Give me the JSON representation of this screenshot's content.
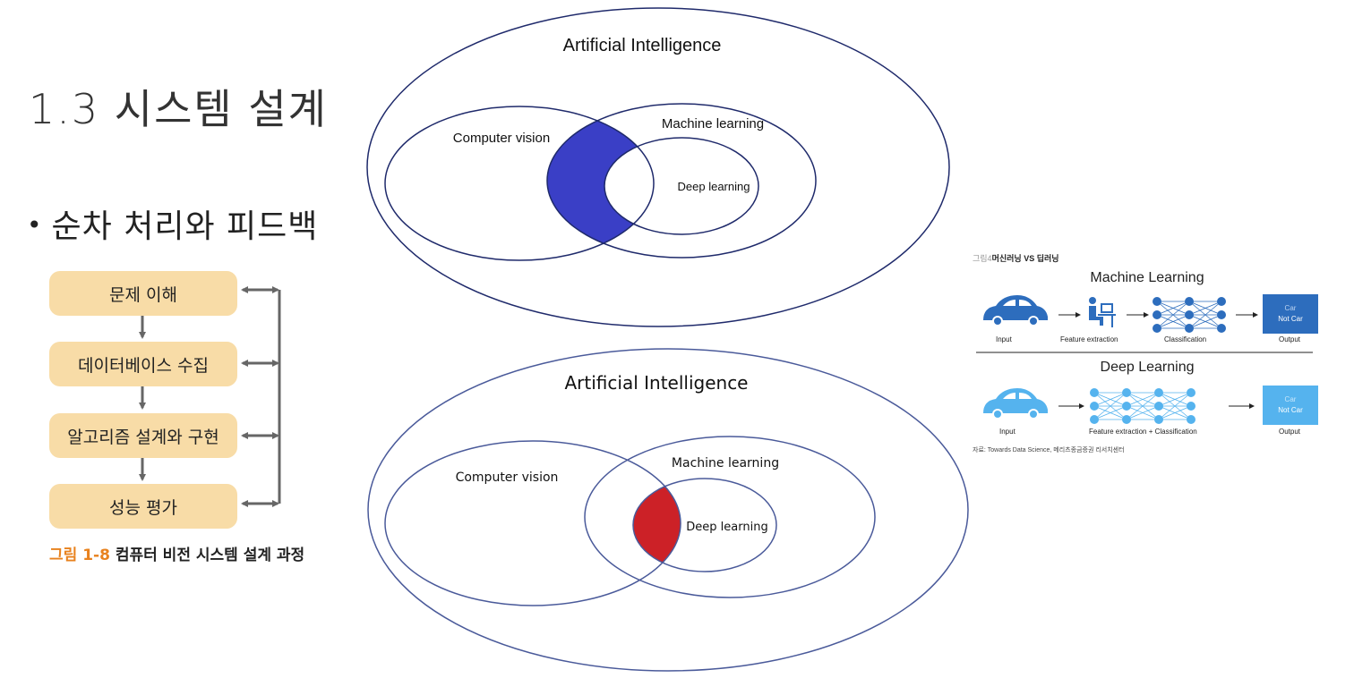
{
  "slide": {
    "title": "1.3 시스템 설계",
    "bullet": "순차 처리와 피드백"
  },
  "flowchart": {
    "steps": [
      "문제 이해",
      "데이터베이스 수집",
      "알고리즘 설계와 구현",
      "성능 평가"
    ],
    "caption_number": "그림 1-8",
    "caption_text": "컴퓨터 비전 시스템 설계 과정",
    "box_color": "#f8dca7",
    "arrow_color": "#666666"
  },
  "venn_top": {
    "outer_label": "Artificial Intelligence",
    "left_label": "Computer vision",
    "right_label": "Machine learning",
    "inner_label": "Deep learning",
    "highlight_color": "#3a3fc6",
    "line_color": "#1f2a6b"
  },
  "venn_bottom": {
    "outer_label": "Artificial Intelligence",
    "left_label": "Computer vision",
    "right_label": "Machine learning",
    "inner_label": "Deep learning",
    "highlight_color": "#cc2127",
    "line_color": "#4a5a9a"
  },
  "ml_figure": {
    "figure_tag": "그림4",
    "figure_title": "머신러닝 VS 딥러닝",
    "ml_title": "Machine Learning",
    "dl_title": "Deep Learning",
    "labels": {
      "input": "Input",
      "feature_extraction": "Feature extraction",
      "classification": "Classification",
      "output": "Output",
      "combined": "Feature extraction + Classification"
    },
    "output_car": "Car",
    "output_not_car": "Not Car",
    "source": "자료: Towards Data Science, 메리츠종금증권 리서치센터",
    "ml_color": "#2d6dbd",
    "dl_color": "#55b3ee"
  }
}
